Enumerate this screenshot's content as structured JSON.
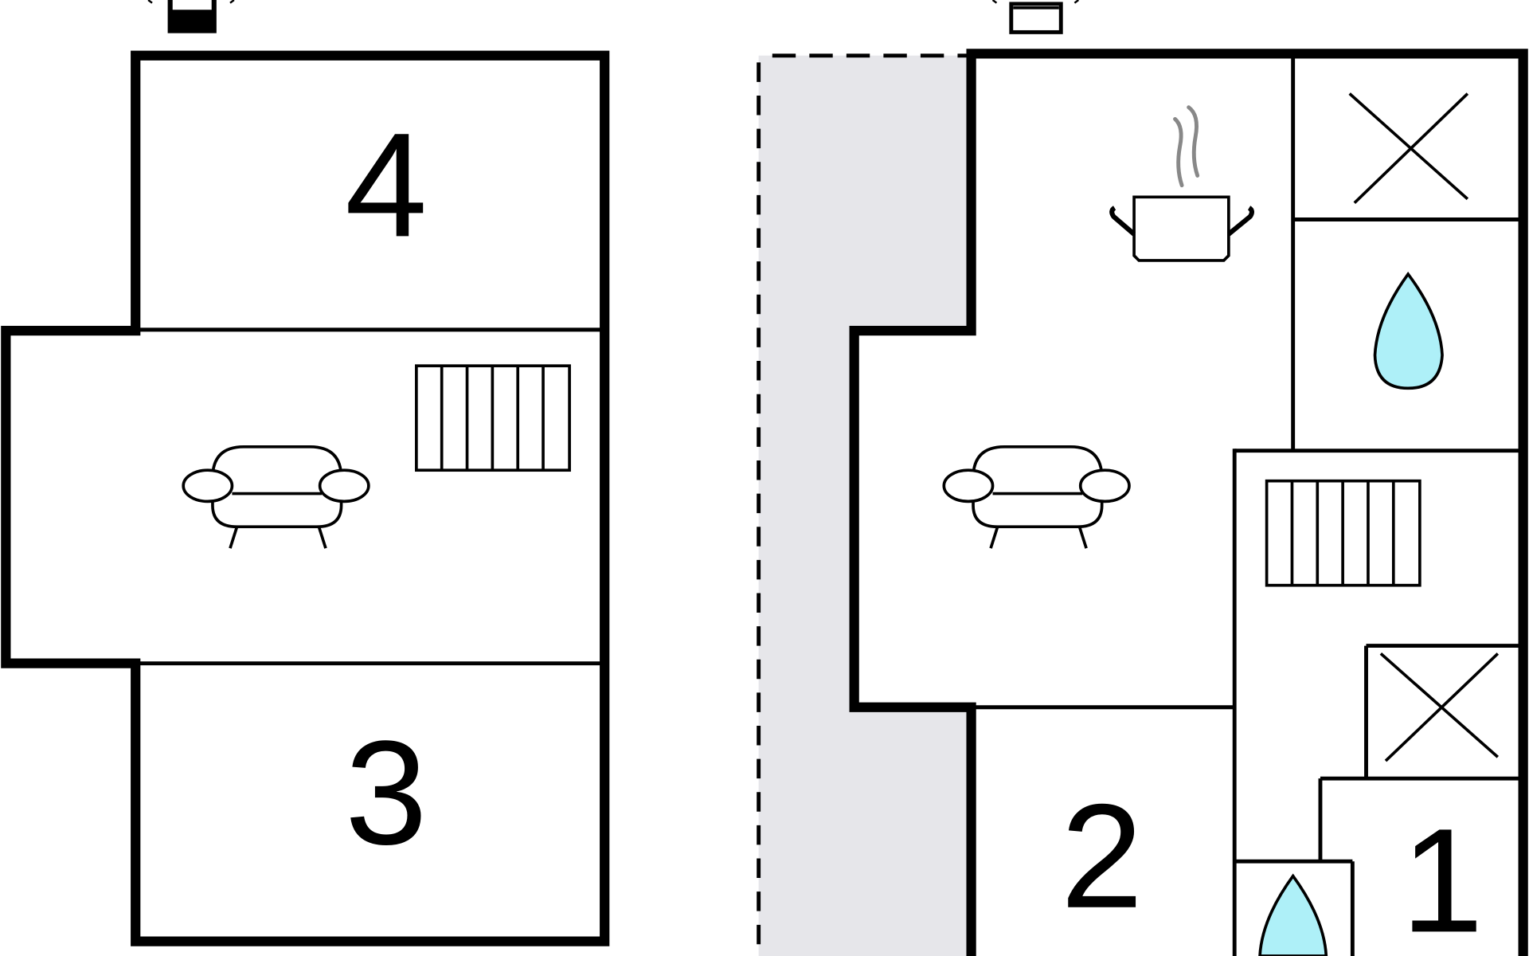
{
  "plan": {
    "rooms": [
      {
        "id": "room-4",
        "number": "4"
      },
      {
        "id": "room-3",
        "number": "3"
      },
      {
        "id": "room-2",
        "number": "2"
      },
      {
        "id": "room-1",
        "number": "1"
      }
    ],
    "icons": [
      "sofa-icon",
      "table-icon",
      "kitchen-pot-icon",
      "toilet-x-icon",
      "water-drop-icon",
      "door-icon"
    ],
    "colors": {
      "wall": "#000000",
      "terrace": "#e6e6ea",
      "water": "#aef0f8",
      "steam": "#888888"
    }
  }
}
